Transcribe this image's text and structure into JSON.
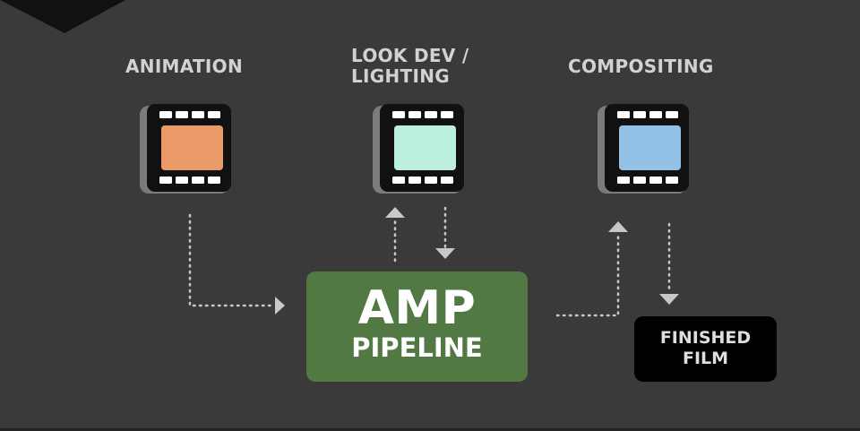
{
  "stages": [
    {
      "label": "ANIMATION",
      "screen_color": "#eb9b68"
    },
    {
      "label_lines": [
        "LOOK DEV /",
        "LIGHTING"
      ],
      "screen_color": "#bcefde"
    },
    {
      "label": "COMPOSITING",
      "screen_color": "#93c2e6"
    }
  ],
  "pipeline": {
    "title": "AMP",
    "subtitle": "PIPELINE",
    "color": "#527843"
  },
  "output": {
    "lines": [
      "FINISHED",
      "FILM"
    ]
  },
  "icons": [
    "film-frame-icon"
  ],
  "colors": {
    "background": "#3a3a3a",
    "connector": "#c8c8c8",
    "label": "#d2d2d2"
  }
}
